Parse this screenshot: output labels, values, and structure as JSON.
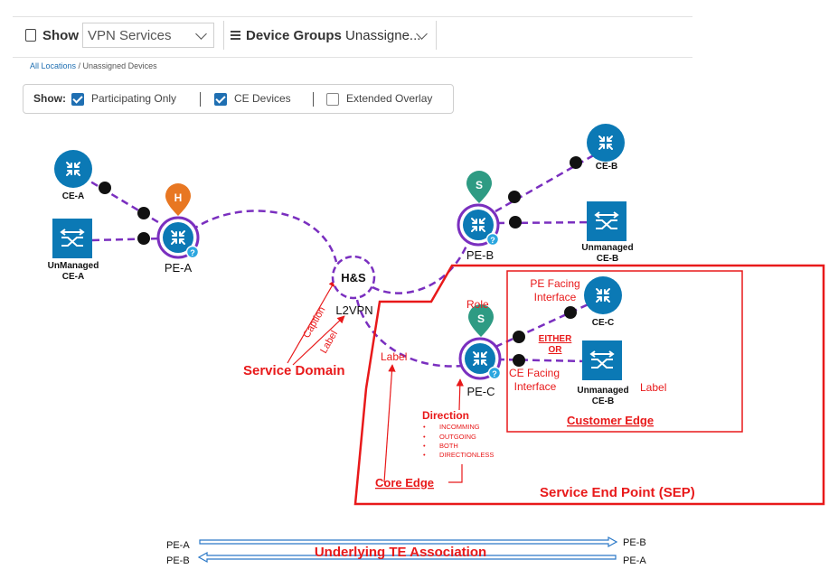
{
  "toolbar": {
    "show_label": "Show",
    "vpn_select_value": "VPN Services",
    "groups_label": "Device Groups",
    "groups_value": "Unassigne..."
  },
  "breadcrumb": {
    "root": "All Locations",
    "separator": " / ",
    "current": "Unassigned Devices"
  },
  "filters": {
    "show_label": "Show:",
    "items": [
      {
        "label": "Participating Only",
        "checked": true
      },
      {
        "label": "CE Devices",
        "checked": true
      },
      {
        "label": "Extended Overlay",
        "checked": false
      }
    ]
  },
  "nodes": {
    "ce_a": "CE-A",
    "unmanaged_ce_a_line1": "UnManaged",
    "unmanaged_ce_a_line2": "CE-A",
    "pe_a": "PE-A",
    "pe_a_pin": "H",
    "hs": "H&S",
    "l2vpn": "L2VPN",
    "pe_b": "PE-B",
    "pe_b_pin": "S",
    "ce_b_top": "CE-B",
    "unmanaged_ce_b_top_line1": "Unmanaged",
    "unmanaged_ce_b_top_line2": "CE-B",
    "pe_c": "PE-C",
    "pe_c_pin": "S",
    "ce_c": "CE-C",
    "unmanaged_ce_b_bottom_line1": "Unmanaged",
    "unmanaged_ce_b_bottom_line2": "CE-B"
  },
  "annotations": {
    "caption": "Caption",
    "label_rotated": "Label",
    "service_domain": "Service Domain",
    "label_link": "Label",
    "role": "Role",
    "pe_facing_line1": "PE Facing",
    "pe_facing_line2": "Interface",
    "either": "EITHER",
    "or": "OR",
    "ce_facing_line1": "CE Facing",
    "ce_facing_line2": "Interface",
    "label_ce": "Label",
    "customer_edge": "Customer Edge",
    "direction_title": "Direction",
    "direction_items": [
      "INCOMMING",
      "OUTGOING",
      "BOTH",
      "DIRECTIONLESS"
    ],
    "core_edge": "Core Edge",
    "service_end_point": "Service End Point (SEP)",
    "underlying_te": "Underlying TE Association",
    "te_row1_left": "PE-A",
    "te_row1_right": "PE-B",
    "te_row2_left": "PE-B",
    "te_row2_right": "PE-A"
  },
  "colors": {
    "annotation_red": "#e8191a",
    "link_purple": "#7a2fbf",
    "device_blue": "#0b79b5",
    "pin_orange": "#e87722",
    "pin_green": "#2e9b83",
    "checkbox_blue": "#1f6fb2",
    "arrow_blue": "#2a78c7"
  }
}
